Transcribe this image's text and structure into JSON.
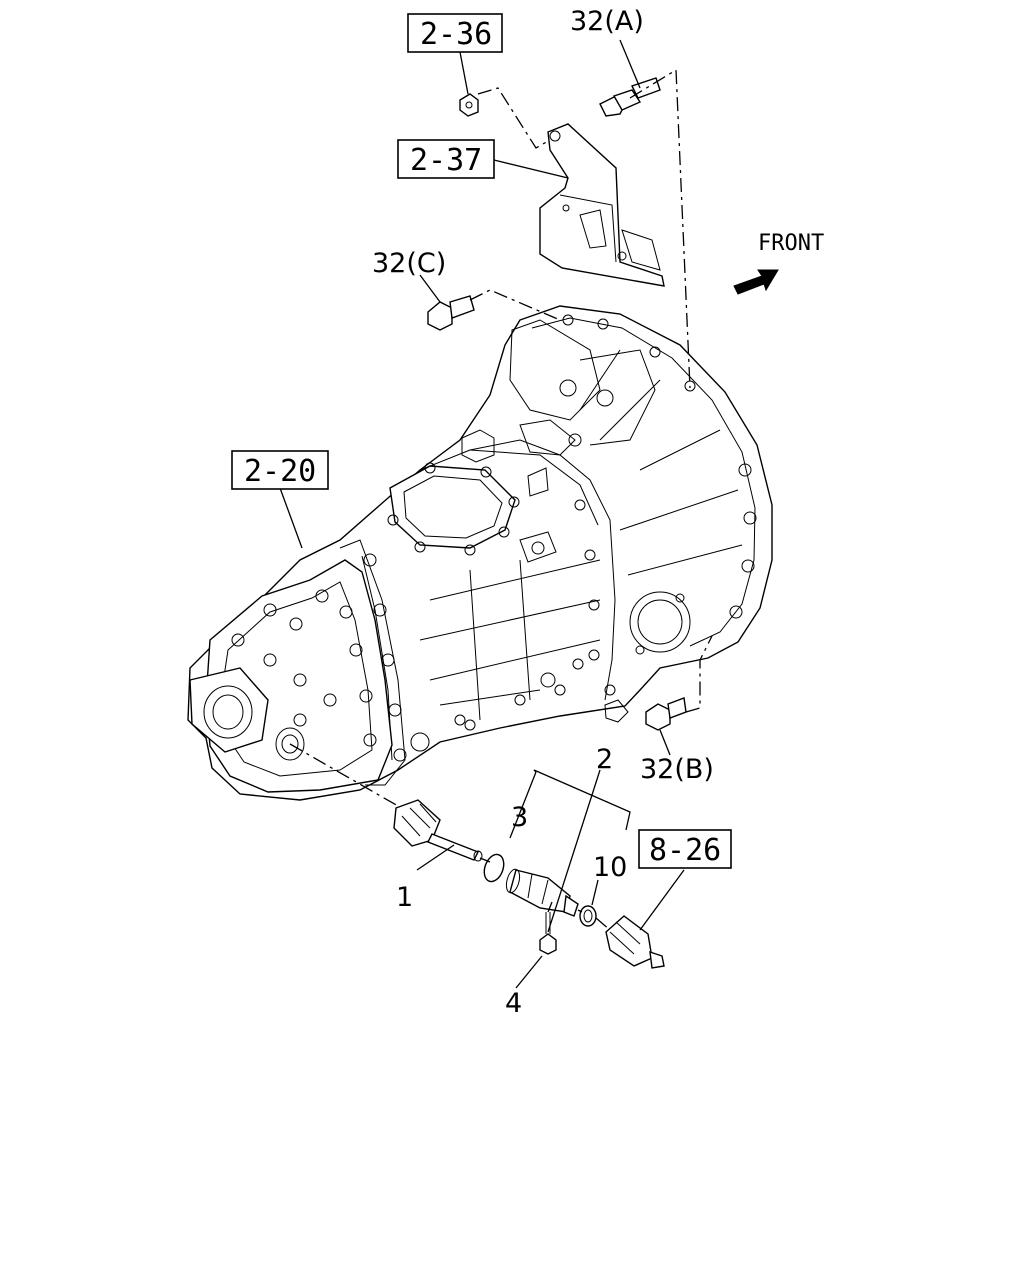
{
  "diagram": {
    "front_label": "FRONT",
    "ref_boxes": [
      {
        "id": "ref-2-36",
        "text": "2-36"
      },
      {
        "id": "ref-2-37",
        "text": "2-37"
      },
      {
        "id": "ref-2-20",
        "text": "2-20"
      },
      {
        "id": "ref-8-26",
        "text": "8-26"
      }
    ],
    "callouts": [
      {
        "id": "32a",
        "text": "32(A)"
      },
      {
        "id": "32c",
        "text": "32(C)"
      },
      {
        "id": "32b",
        "text": "32(B)"
      },
      {
        "id": "1",
        "text": "1"
      },
      {
        "id": "2",
        "text": "2"
      },
      {
        "id": "3",
        "text": "3"
      },
      {
        "id": "4",
        "text": "4"
      },
      {
        "id": "10",
        "text": "10"
      }
    ]
  }
}
